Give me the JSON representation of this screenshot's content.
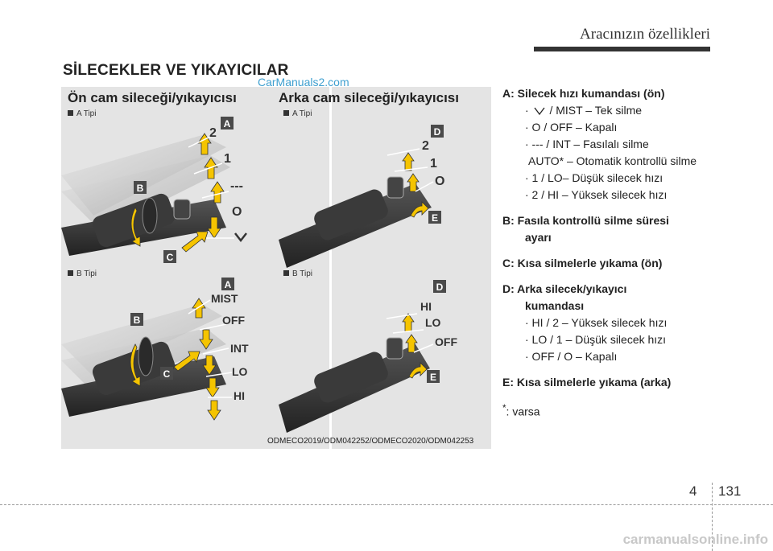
{
  "header": {
    "title": "Aracınızın özellikleri"
  },
  "section_title": "SİLECEKLER VE YIKAYICILAR",
  "watermark_top": "CarManuals2.com",
  "panel": {
    "front_title": "Ön cam sileceği/yıkayıcısı",
    "rear_title": "Arka cam sileceği/yıkayıcısı",
    "type_a": "A Tipi",
    "type_b": "B Tipi",
    "image_code": "ODMECO2019/ODM042252/ODMECO2020/ODM042253",
    "callouts": {
      "A": "A",
      "B": "B",
      "C": "C",
      "D": "D",
      "E": "E"
    },
    "front_a_labels": [
      "2",
      "1",
      "---",
      "O"
    ],
    "front_b_labels": [
      "MIST",
      "OFF",
      "INT",
      "LO",
      "HI"
    ],
    "rear_a_labels": [
      "2",
      "1",
      "O"
    ],
    "rear_b_labels": [
      "HI",
      "LO",
      "OFF"
    ]
  },
  "legend": {
    "a_head": "A: Silecek hızı kumandası (ön)",
    "a_items": [
      "/ MIST – Tek silme",
      "· O / OFF – Kapalı",
      "· --- / INT – Fasılalı silme",
      "AUTO* – Otomatik kontrollü silme",
      "· 1 / LO– Düşük silecek hızı",
      "· 2 / HI – Yüksek silecek hızı"
    ],
    "b_head_1": "B: Fasıla kontrollü silme süresi",
    "b_head_2": "ayarı",
    "c_head": "C: Kısa silmelerle yıkama (ön)",
    "d_head_1": "D: Arka silecek/yıkayıcı",
    "d_head_2": "kumandası",
    "d_items": [
      "· HI / 2 – Yüksek silecek hızı",
      "· LO / 1 – Düşük silecek hızı",
      "· OFF / O – Kapalı"
    ],
    "e_head": "E: Kısa silmelerle yıkama (arka)",
    "footnote_mark": "*",
    "footnote_text": ": varsa"
  },
  "footer": {
    "chapter": "4",
    "page": "131",
    "watermark": "carmanualsonline.info"
  },
  "colors": {
    "arrow": "#f5c400",
    "callout_bg": "#4a4a4a",
    "panel_bg": "#e4e4e4"
  }
}
